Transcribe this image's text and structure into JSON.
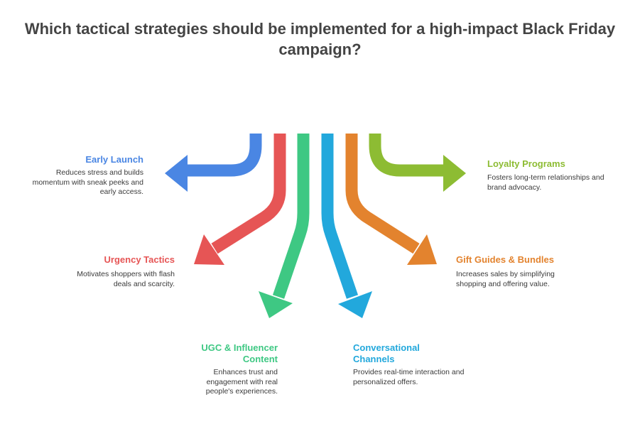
{
  "title": "Which tactical strategies should be implemented for a high-impact Black Friday campaign?",
  "colors": {
    "early_launch": "#4a86e3",
    "urgency": "#e65555",
    "ugc": "#3ec883",
    "conversational": "#22a8dc",
    "gift_guides": "#e3832e",
    "loyalty": "#8dbc33"
  },
  "items": {
    "early_launch": {
      "label": "Early Launch",
      "description": "Reduces stress and builds momentum with sneak peeks and early access."
    },
    "urgency": {
      "label": "Urgency Tactics",
      "description": "Motivates shoppers with flash deals and scarcity."
    },
    "ugc": {
      "label": "UGC & Influencer Content",
      "description": "Enhances trust and engagement with real people's experiences."
    },
    "conversational": {
      "label": "Conversational Channels",
      "description": "Provides real-time interaction and personalized offers."
    },
    "gift_guides": {
      "label": "Gift Guides & Bundles",
      "description": "Increases sales by simplifying shopping and offering value."
    },
    "loyalty": {
      "label": "Loyalty Programs",
      "description": "Fosters long-term relationships and brand advocacy."
    }
  }
}
